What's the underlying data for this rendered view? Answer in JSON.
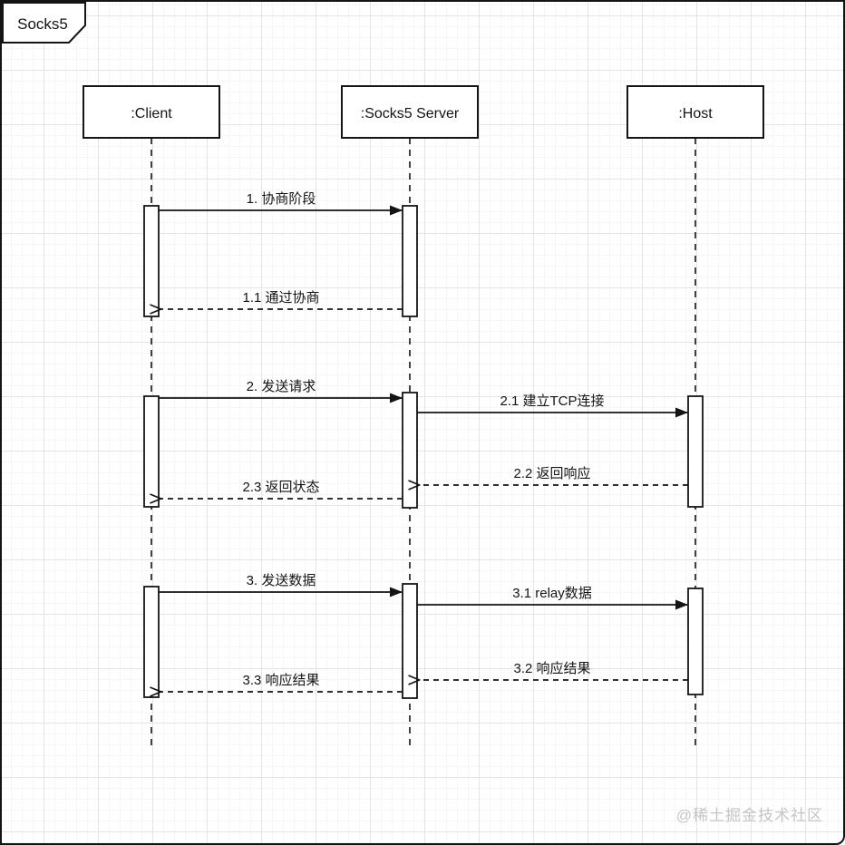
{
  "frame": {
    "title": "Socks5"
  },
  "watermark": {
    "text": "@稀土掘金技术社区"
  },
  "diagram": {
    "type": "uml-sequence",
    "participants": [
      {
        "id": "client",
        "label": ":Client"
      },
      {
        "id": "socks5-server",
        "label": ":Socks5 Server"
      },
      {
        "id": "host",
        "label": ":Host"
      }
    ],
    "messages": [
      {
        "label": "1. 协商阶段",
        "from": ":Client",
        "to": ":Socks5 Server",
        "style": "solid"
      },
      {
        "label": "1.1 通过协商",
        "from": ":Socks5 Server",
        "to": ":Client",
        "style": "dashed"
      },
      {
        "label": "2. 发送请求",
        "from": ":Client",
        "to": ":Socks5 Server",
        "style": "solid"
      },
      {
        "label": "2.1 建立TCP连接",
        "from": ":Socks5 Server",
        "to": ":Host",
        "style": "solid"
      },
      {
        "label": "2.2 返回响应",
        "from": ":Host",
        "to": ":Socks5 Server",
        "style": "dashed"
      },
      {
        "label": "2.3 返回状态",
        "from": ":Socks5 Server",
        "to": ":Client",
        "style": "dashed"
      },
      {
        "label": "3. 发送数据",
        "from": ":Client",
        "to": ":Socks5 Server",
        "style": "solid"
      },
      {
        "label": "3.1 relay数据",
        "from": ":Socks5 Server",
        "to": ":Host",
        "style": "solid"
      },
      {
        "label": "3.2 响应结果",
        "from": ":Host",
        "to": ":Socks5 Server",
        "style": "dashed"
      },
      {
        "label": "3.3 响应结果",
        "from": ":Socks5 Server",
        "to": ":Client",
        "style": "dashed"
      }
    ]
  }
}
